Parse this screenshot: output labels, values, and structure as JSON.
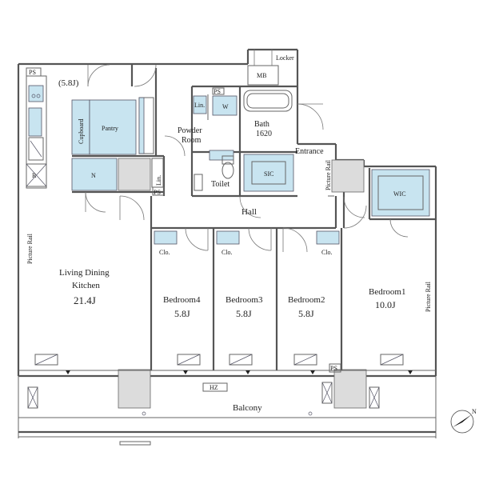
{
  "labels": {
    "locker": "Locker",
    "mb": "MB",
    "ps": "PS",
    "kitchen_size": "(5.8J)",
    "cupboard": "Cupboard",
    "pantry": "Pantry",
    "lin": "Lin.",
    "w": "W",
    "powder_room_1": "Powder",
    "powder_room_2": "Room",
    "bath_1": "Bath",
    "bath_2": "1620",
    "entrance": "Entrance",
    "n": "N",
    "r": "R",
    "toilet": "Toilet",
    "sic": "SIC",
    "picture_rail": "Picture Rail",
    "wic": "WIC",
    "hall": "Hall",
    "clo": "Clo.",
    "ldk_1": "Living Dining",
    "ldk_2": "Kitchen",
    "ldk_size": "21.4J",
    "bedroom4": "Bedroom4",
    "bedroom4_size": "5.8J",
    "bedroom3": "Bedroom3",
    "bedroom3_size": "5.8J",
    "bedroom2": "Bedroom2",
    "bedroom2_size": "5.8J",
    "bedroom1": "Bedroom1",
    "bedroom1_size": "10.0J",
    "hz": "HZ",
    "balcony": "Balcony"
  },
  "compass": {
    "north": "N"
  }
}
